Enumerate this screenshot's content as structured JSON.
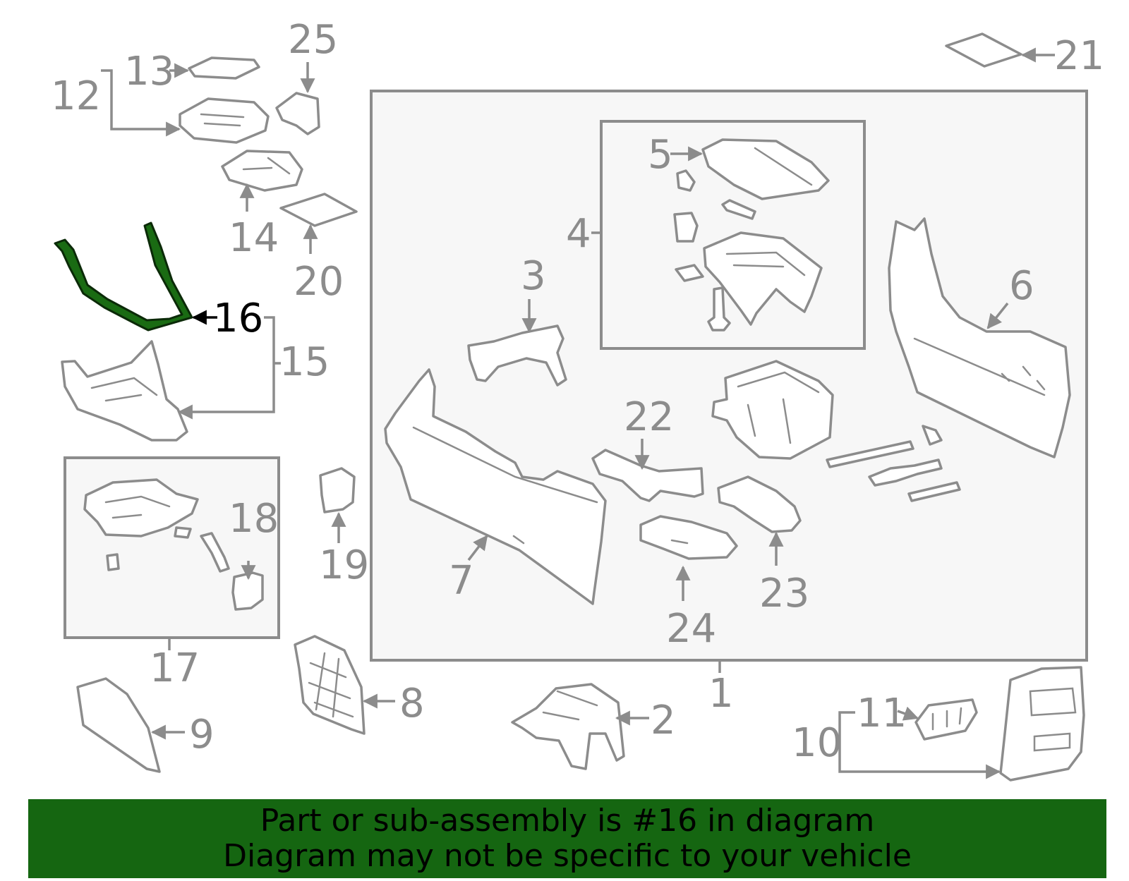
{
  "callouts": {
    "c1": "1",
    "c2": "2",
    "c3": "3",
    "c4": "4",
    "c5": "5",
    "c6": "6",
    "c7": "7",
    "c8": "8",
    "c9": "9",
    "c10": "10",
    "c11": "11",
    "c12": "12",
    "c13": "13",
    "c14": "14",
    "c15": "15",
    "c16": "16",
    "c17": "17",
    "c18": "18",
    "c19": "19",
    "c20": "20",
    "c21": "21",
    "c22": "22",
    "c23": "23",
    "c24": "24",
    "c25": "25"
  },
  "highlighted_part": "16",
  "colors": {
    "highlight": "#156611",
    "line": "#8c8c8c"
  },
  "banner": {
    "line1": "Part or sub-assembly is #16 in diagram",
    "line2": "Diagram may not be specific to your vehicle"
  }
}
